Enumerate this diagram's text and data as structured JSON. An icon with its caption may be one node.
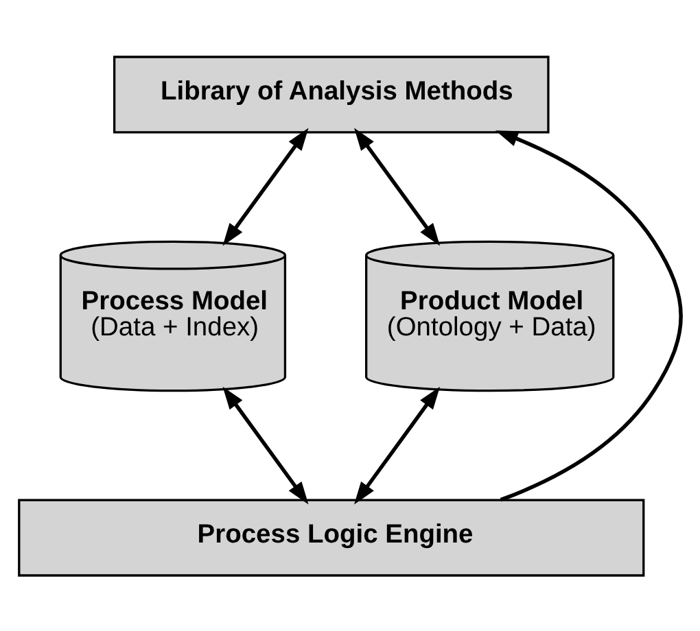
{
  "diagram": {
    "nodes": [
      {
        "text": [
          "Library of Analysis Methods"
        ]
      },
      {
        "text": [
          "Process Model",
          "(Data + Index)"
        ]
      },
      {
        "text": [
          "Product Model",
          "(Ontology + Data)"
        ]
      },
      {
        "text": [
          "Process Logic Engine"
        ]
      }
    ],
    "edges": [
      {
        "from": 3,
        "to": 0,
        "arrow": "to"
      },
      {
        "from": 0,
        "to": 1,
        "arrow": "both"
      },
      {
        "from": 0,
        "to": 2,
        "arrow": "both"
      },
      {
        "from": 1,
        "to": 3,
        "arrow": "both"
      },
      {
        "from": 2,
        "to": 3,
        "arrow": "both"
      }
    ]
  }
}
